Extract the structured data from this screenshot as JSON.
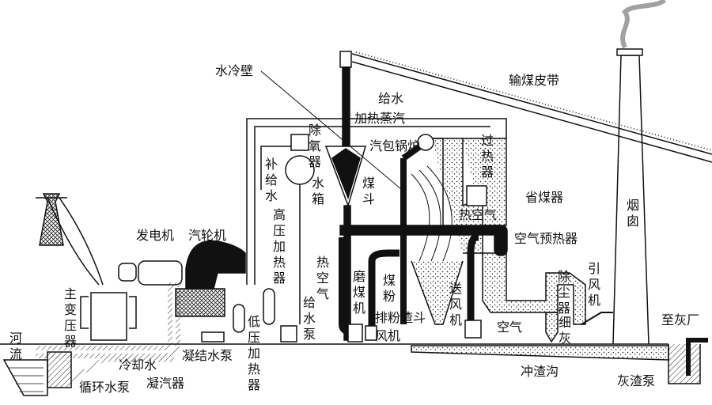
{
  "labels": {
    "water_wall": "水冷壁",
    "coal_belt": "输煤皮带",
    "feedwater": "给水",
    "heating_steam": "加热蒸汽",
    "deaerator": "除氧器",
    "makeup_water": "补给水",
    "water_tank": "水箱",
    "drum_boiler": "汽包锅炉",
    "superheater": "过热器",
    "coal_hopper": "煤斗",
    "economizer": "省煤器",
    "chimney": "烟囱",
    "hot_air_boiler": "热空气",
    "generator": "发电机",
    "turbine": "汽轮机",
    "hp_heater": "高压加热器",
    "air_preheater": "空气预热器",
    "hot_air_mill": "热空气",
    "coal_mill": "磨煤机",
    "pulverized_coal": "煤粉",
    "forced_draft_fan": "送风机",
    "dust_collector": "除尘器",
    "induced_draft_fan": "引风机",
    "main_transformer": "主变压器",
    "fine_ash": "细灰",
    "feed_pump": "给水泵",
    "lp_heater": "低压加热器",
    "exhaust_fan_1": "排粉",
    "exhaust_fan_2": "风机",
    "slag_hopper": "渣斗",
    "air": "空气",
    "to_ash_plant": "至灰厂",
    "river": "河流",
    "condensate_pump": "凝结水泵",
    "cooling_water": "冷却水",
    "condenser": "凝汽器",
    "slag_trench": "冲渣沟",
    "ash_pump": "灰渣泵",
    "circulating_pump": "循环水泵"
  }
}
